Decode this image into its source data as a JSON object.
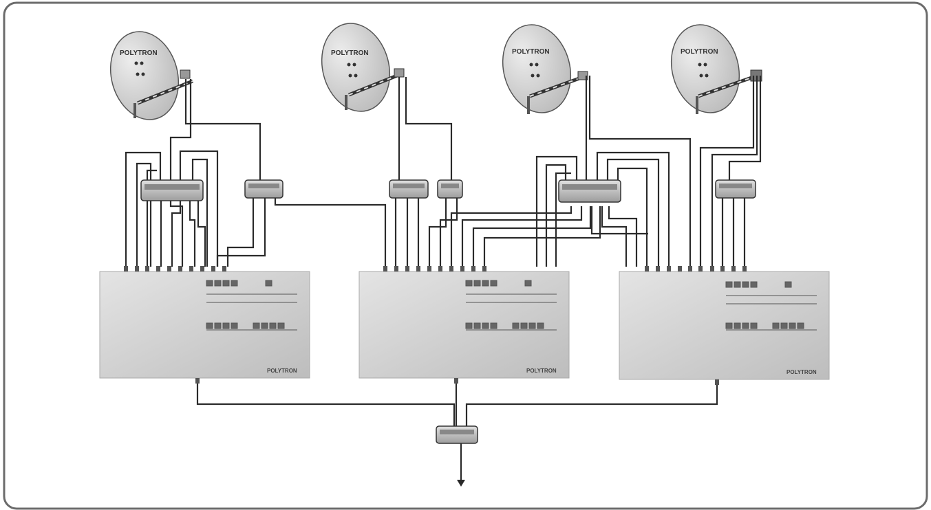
{
  "diagram": {
    "dishes": [
      {
        "brand": "POLYTRON"
      },
      {
        "brand": "POLYTRON"
      },
      {
        "brand": "POLYTRON"
      },
      {
        "brand": "POLYTRON"
      }
    ],
    "modules": [
      {
        "brand": "POLYTRON"
      },
      {
        "brand": "POLYTRON"
      },
      {
        "brand": "POLYTRON"
      }
    ],
    "colors": {
      "line": "#2a2a2a",
      "module_body": "#d2d2d2",
      "dish_fill": "#cfcfcf",
      "frame": "#6b6b6b"
    }
  }
}
